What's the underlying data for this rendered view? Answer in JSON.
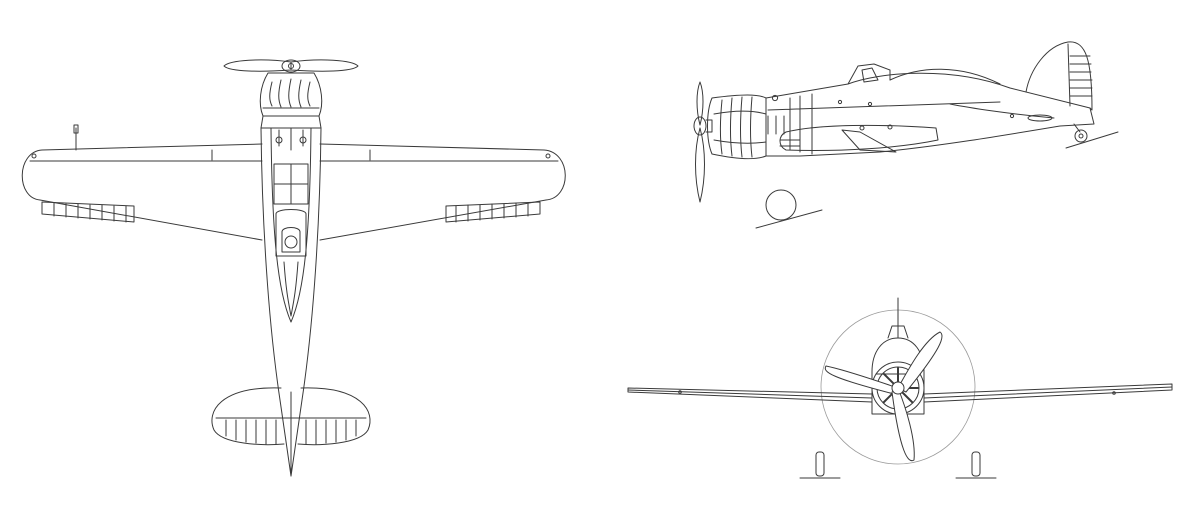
{
  "drawing": {
    "kind": "three-view line drawing",
    "views": [
      "plan",
      "side",
      "front"
    ],
    "line_color": "#3a3a3a",
    "background": "#ffffff"
  }
}
